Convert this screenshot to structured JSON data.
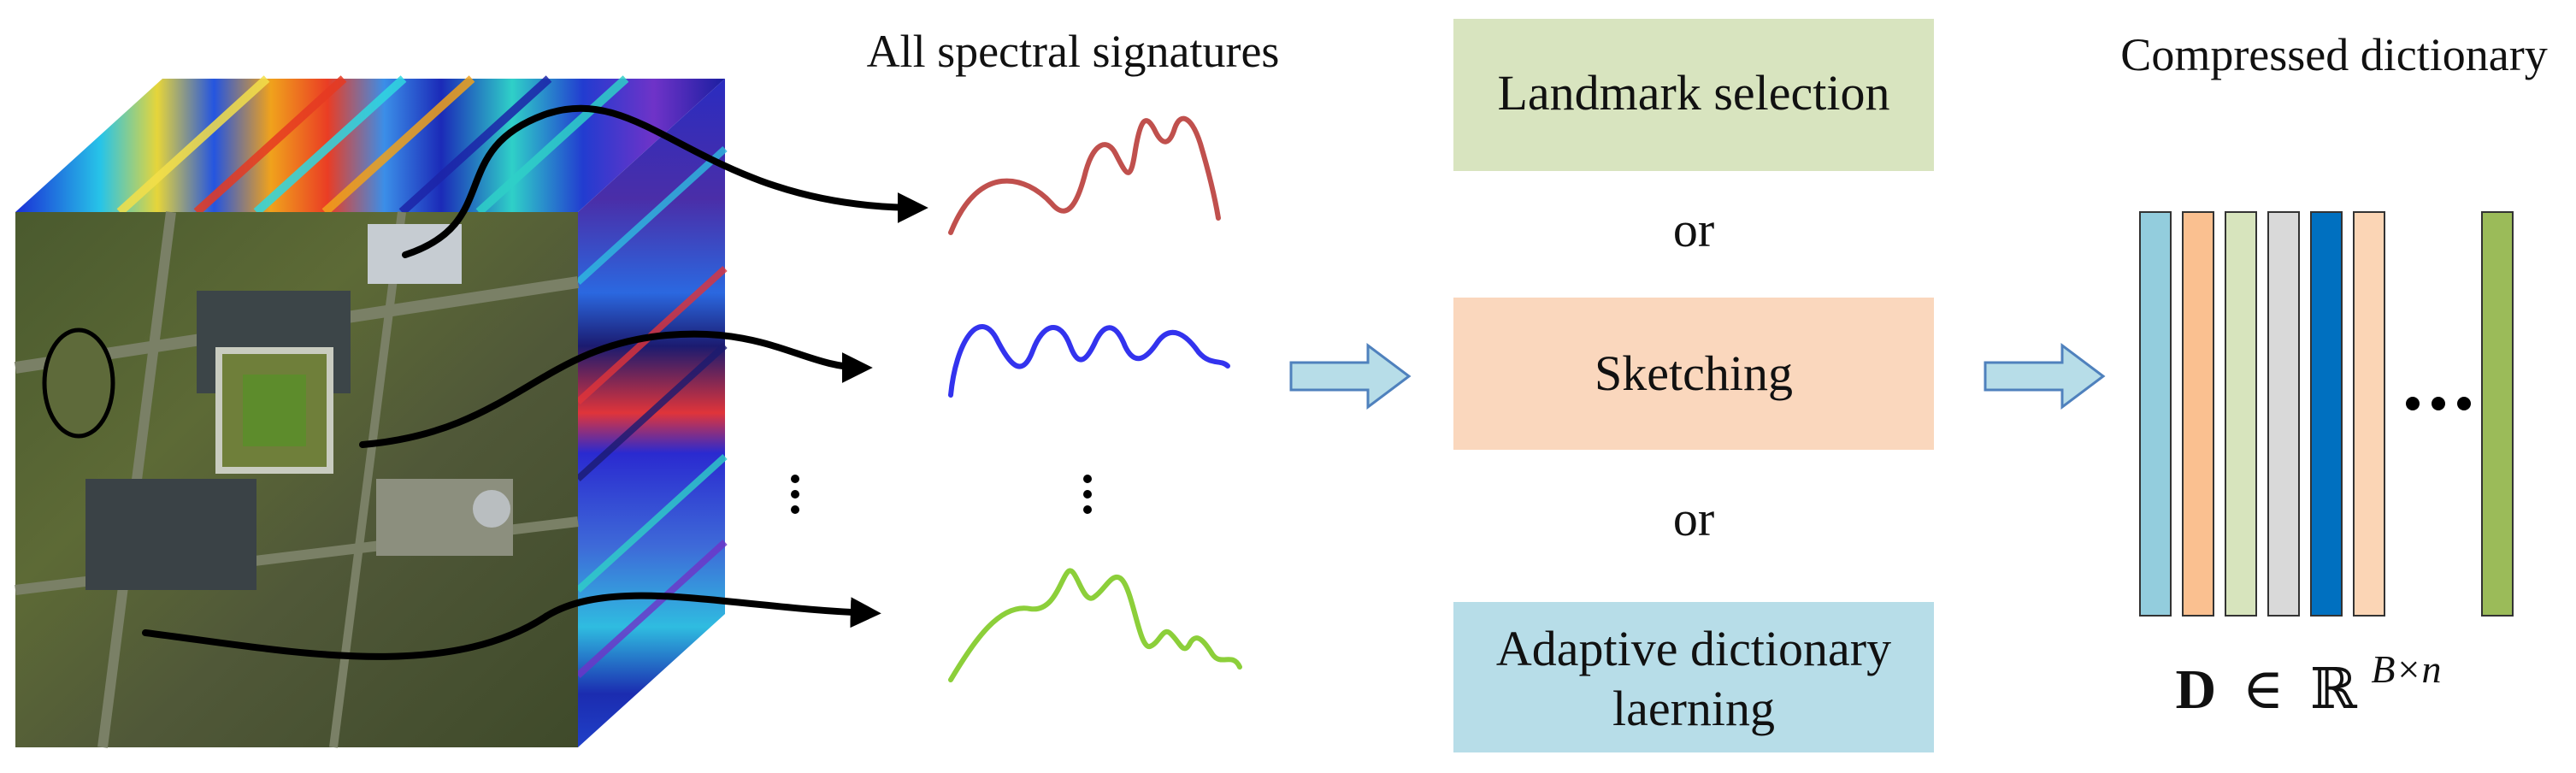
{
  "headers": {
    "signatures": "All spectral signatures",
    "dictionary": "Compressed dictionary"
  },
  "methods": [
    {
      "label_lines": [
        "Landmark selection"
      ],
      "color": "#d8e4bf"
    },
    {
      "label_lines": [
        "Sketching"
      ],
      "color": "#fad7bd"
    },
    {
      "label_lines": [
        "Adaptive dictionary",
        "laerning"
      ],
      "color": "#b7dde8"
    }
  ],
  "connector_word": "or",
  "signature_colors": [
    "#c0504d",
    "#3333ee",
    "#8ccf3a"
  ],
  "dictionary_columns": [
    "#93cddd",
    "#fac090",
    "#d7e4bd",
    "#d9d9d9",
    "#0070c0",
    "#fbd5b5",
    "#9bbb59"
  ],
  "formula": {
    "bold": "D",
    "relation": "∈",
    "set": "ℝ",
    "superscript": "B×n"
  },
  "colors": {
    "arrow_fill": "#b7dde8",
    "arrow_stroke": "#4f81bd",
    "curve": "#000000"
  }
}
